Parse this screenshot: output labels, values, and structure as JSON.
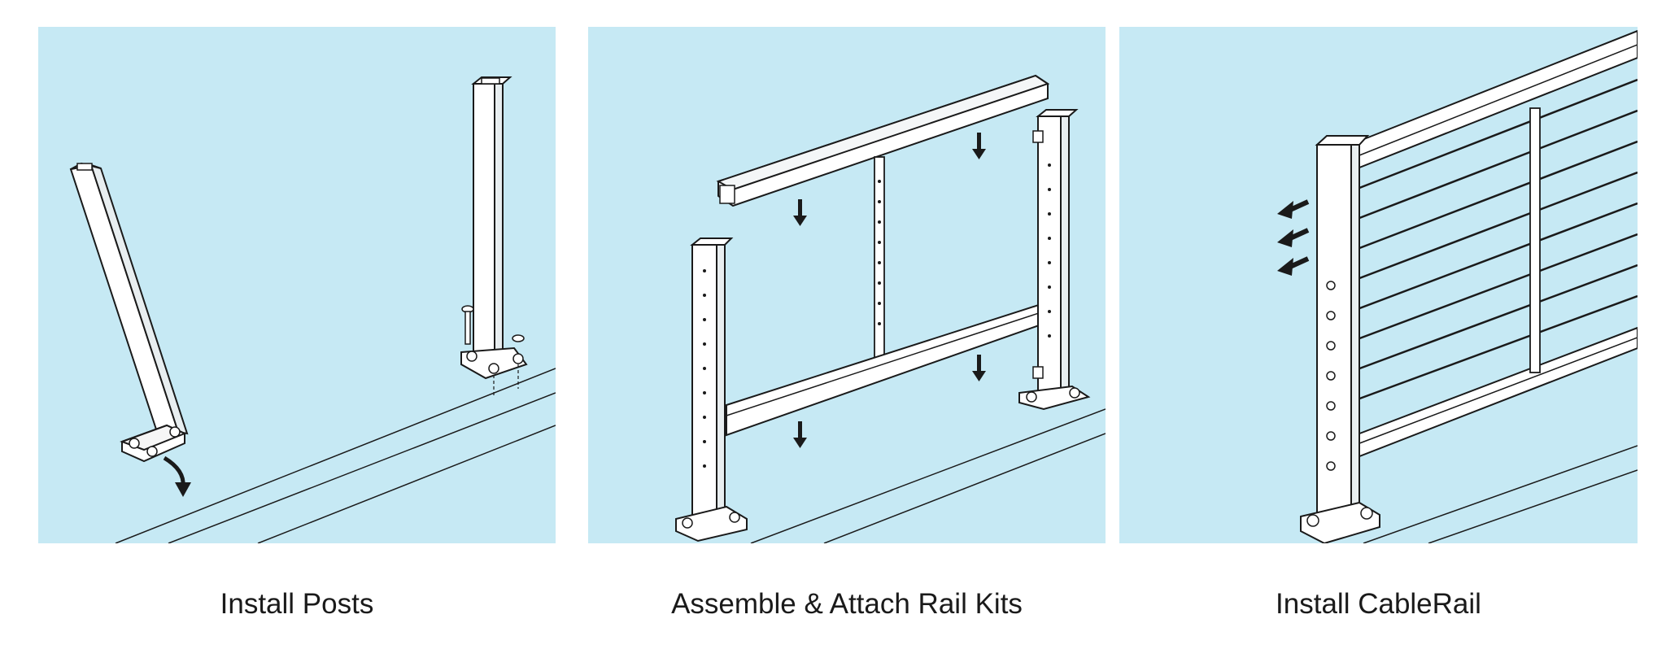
{
  "steps": [
    {
      "caption": "Install Posts"
    },
    {
      "caption": "Assemble & Attach Rail Kits"
    },
    {
      "caption": "Install CableRail"
    }
  ],
  "colors": {
    "panel_background": "#c6e9f4",
    "part_fill": "#ffffff",
    "outline": "#1a1a1a",
    "cable": "#1a1a1a",
    "arrow": "#1a1a1a"
  },
  "icons": [
    "post",
    "base-plate",
    "mounting-bolt",
    "top-rail",
    "bottom-rail",
    "baluster",
    "cable",
    "direction-arrow"
  ]
}
